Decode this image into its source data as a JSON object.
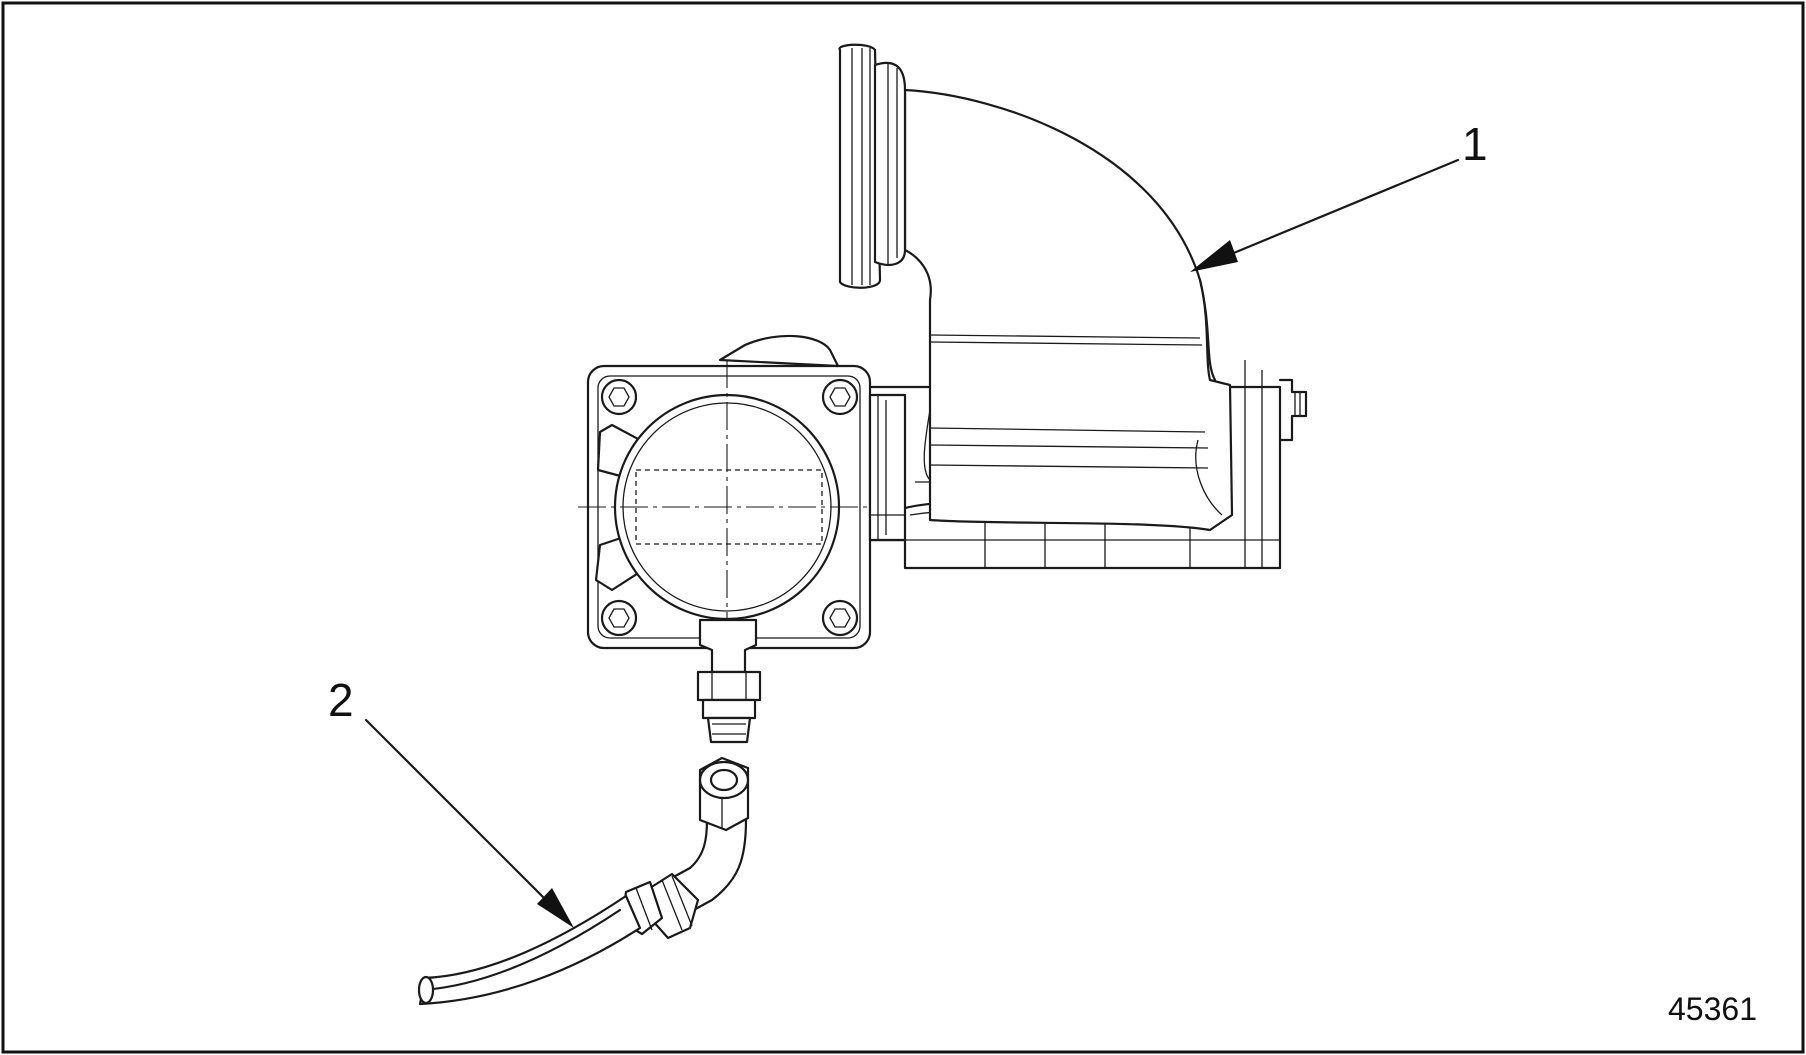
{
  "callouts": [
    {
      "label": "1"
    },
    {
      "label": "2"
    }
  ],
  "figure_number": "45361",
  "colors": {
    "line": "#1a1a1a",
    "background": "#ffffff",
    "frame": "#111111"
  }
}
